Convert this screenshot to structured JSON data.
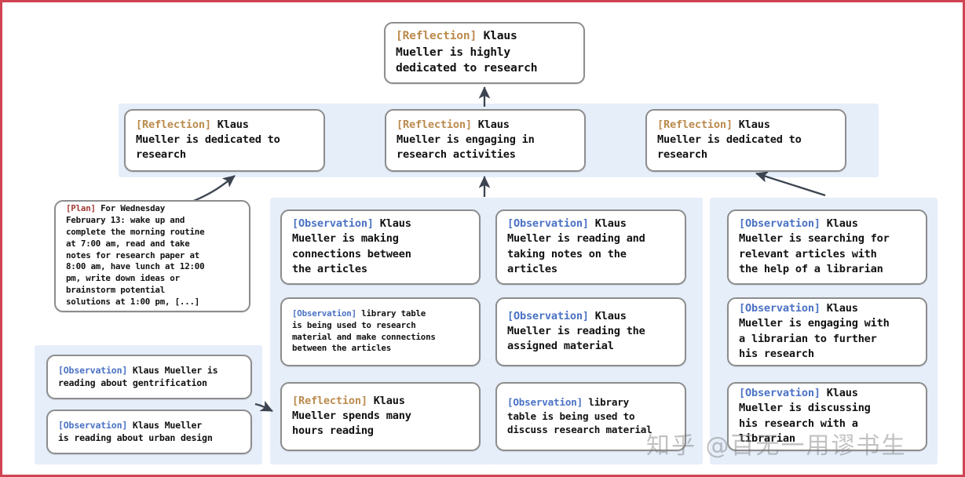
{
  "frame": {
    "border_color": "#cf4452",
    "background": "#ffffff"
  },
  "colors": {
    "panel_background": "#e6eefa",
    "node_border": "#8d8d8d",
    "tag_reflection": "#bb8b4e",
    "tag_observation": "#4a72c4",
    "tag_plan": "#a33a33",
    "arrow": "#3c4450"
  },
  "tags": {
    "reflection": "[Reflection]",
    "observation": "[Observation]",
    "plan": "[Plan]"
  },
  "nodes": {
    "top": {
      "tag": "[Reflection]",
      "text": " Klaus\nMueller is highly\ndedicated to research"
    },
    "reflection_1": {
      "tag": "[Reflection]",
      "text": " Klaus\nMueller is dedicated to\nresearch"
    },
    "reflection_2": {
      "tag": "[Reflection]",
      "text": " Klaus\nMueller is engaging in\nresearch activities"
    },
    "reflection_3": {
      "tag": "[Reflection]",
      "text": " Klaus\nMueller is dedicated to\nresearch"
    },
    "plan": {
      "tag": "[Plan]",
      "text": " For Wednesday\nFebruary 13: wake up and\ncomplete the morning routine\nat 7:00 am, read and take\nnotes for research paper at\n8:00 am, have lunch at 12:00\npm, write down ideas or\nbrainstorm potential\nsolutions at 1:00 pm, [...]"
    },
    "left_obs_1": {
      "tag": "[Observation]",
      "text": " Klaus Mueller is\nreading about gentrification"
    },
    "left_obs_2": {
      "tag": "[Observation]",
      "text": " Klaus Mueller\nis reading about urban design"
    },
    "col_a_1": {
      "tag": "[Observation]",
      "text": " Klaus\nMueller is making\nconnections between\nthe articles"
    },
    "col_a_2": {
      "tag": "[Observation]",
      "text": " library table\nis being used to research\nmaterial and make connections\nbetween the articles"
    },
    "col_a_3": {
      "tag": "[Reflection]",
      "text": " Klaus\nMueller spends many\nhours reading"
    },
    "col_b_1": {
      "tag": "[Observation]",
      "text": " Klaus\nMueller is reading and\ntaking notes on the\narticles"
    },
    "col_b_2": {
      "tag": "[Observation]",
      "text": " Klaus\nMueller is reading the\nassigned material"
    },
    "col_b_3": {
      "tag": "[Observation]",
      "text": " library\ntable is being used to\ndiscuss research material"
    },
    "col_c_1": {
      "tag": "[Observation]",
      "text": " Klaus\nMueller is searching for\nrelevant articles with\nthe help of a librarian"
    },
    "col_c_2": {
      "tag": "[Observation]",
      "text": " Klaus\nMueller is engaging with\na librarian to further\nhis research"
    },
    "col_c_3": {
      "tag": "[Observation]",
      "text": " Klaus\nMueller is discussing\nhis research with a\nlibrarian"
    }
  },
  "watermark": {
    "text": "知乎 @百无一用谬书生"
  }
}
